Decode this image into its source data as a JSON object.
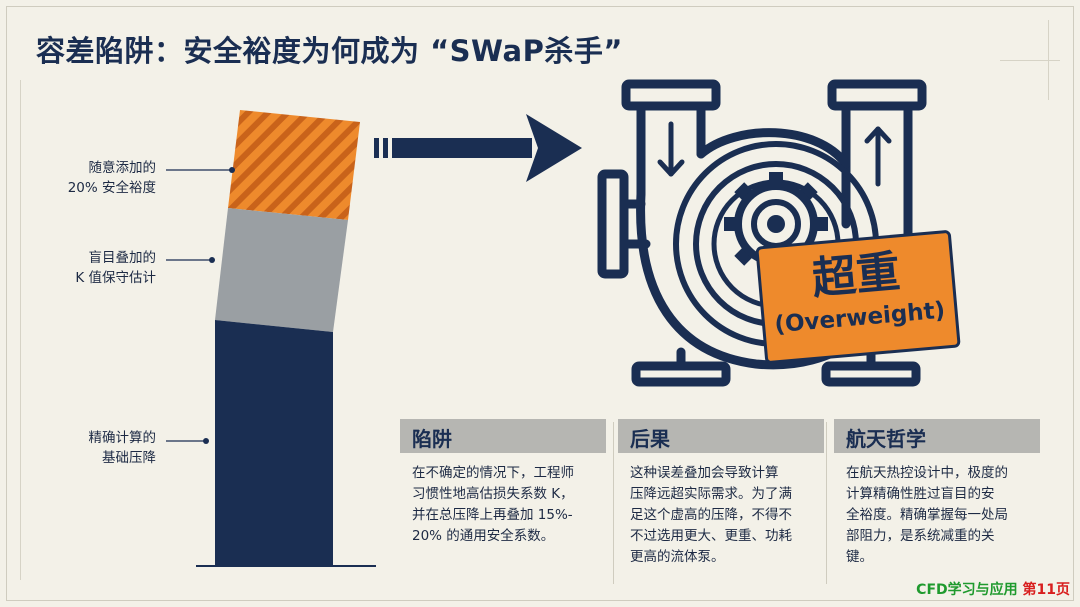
{
  "title": "容差陷阱：安全裕度为何成为 “SWaP杀手”",
  "stack": {
    "segments": [
      {
        "label_lines": [
          "随意添加的",
          "20% 安全裕度"
        ],
        "fill": "#ee8a2c",
        "pattern": "hatched"
      },
      {
        "label_lines": [
          "盲目叠加的",
          "K 值保守估计"
        ],
        "fill": "#9a9fa3"
      },
      {
        "label_lines": [
          "精确计算的",
          "基础压降"
        ],
        "fill": "#1a2e52"
      }
    ]
  },
  "badge": {
    "main": "超重",
    "sub": "(Overweight)",
    "color": "#ee8a2c"
  },
  "cards": [
    {
      "title": "陷阱",
      "body": "在不确定的情况下，工程师\n习惯性地高估损失系数 K，\n并在总压降上再叠加 15%-\n20% 的通用安全系数。"
    },
    {
      "title": "后果",
      "body": "这种误差叠加会导致计算\n压降远超实际需求。为了满\n足这个虚高的压降，不得不\n不过选用更大、更重、功耗\n更高的流体泵。"
    },
    {
      "title": "航天哲学",
      "body": "在航天热控设计中，极度的\n计算精确性胜过盲目的安\n全裕度。精确掌握每一处局\n部阻力，是系统减重的关\n键。"
    }
  ],
  "footer": {
    "brand": "CFD学习与应用",
    "page": "第11页"
  },
  "colors": {
    "navy": "#1a2e52",
    "orange": "#ee8a2c",
    "gray": "#9a9fa3",
    "background": "#f3f1e8"
  }
}
